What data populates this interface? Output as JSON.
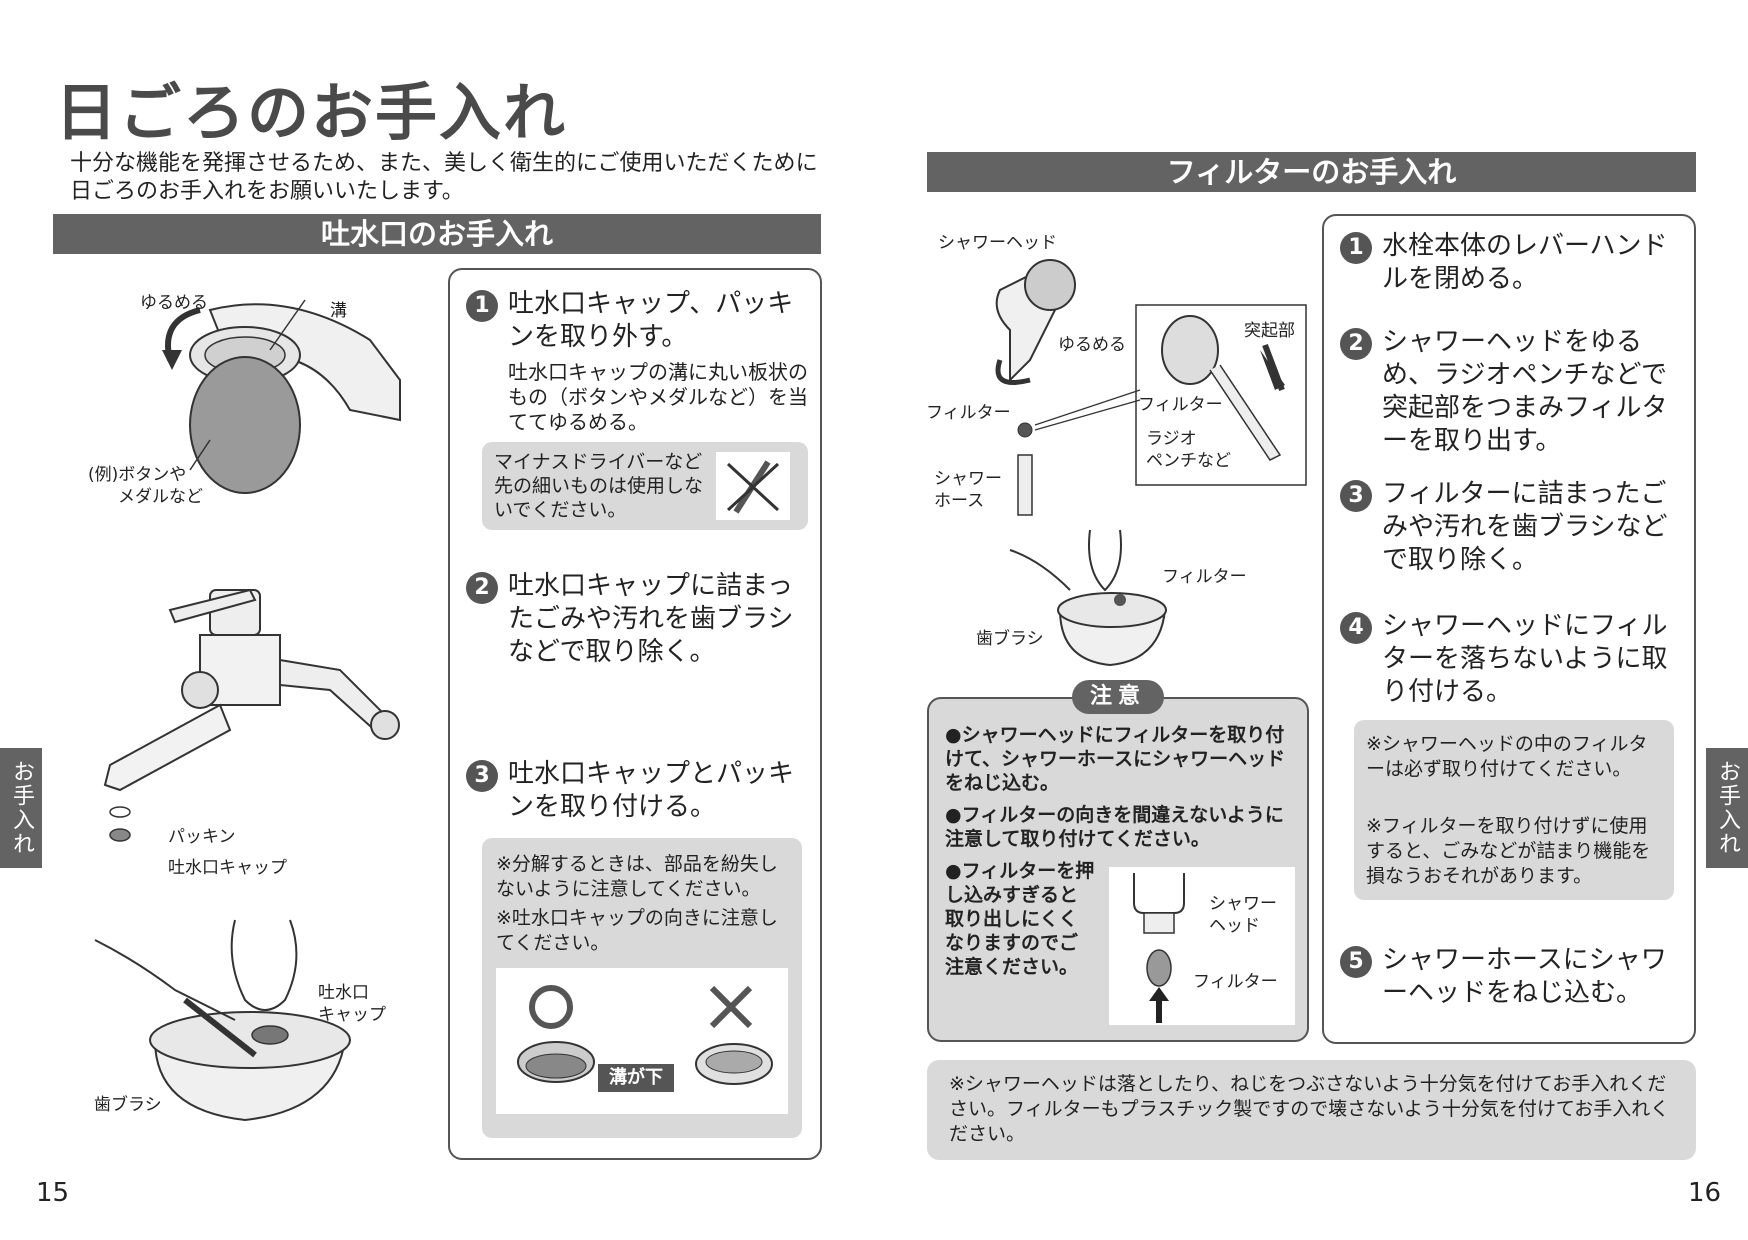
{
  "page_title": "日ごろのお手入れ",
  "intro": "十分な機能を発揮させるため、また、美しく衛生的にご使用いただくために日ごろのお手入れをお願いいたします。",
  "left": {
    "section_title": "吐水口のお手入れ",
    "labels": {
      "loosen": "ゆるめる",
      "groove": "溝",
      "example": "(例)ボタンや",
      "example2": "メダルなど",
      "packing": "パッキン",
      "spout_cap": "吐水口キャップ",
      "spout_cap2a": "吐水口",
      "spout_cap2b": "キャップ",
      "toothbrush": "歯ブラシ"
    },
    "steps": [
      {
        "num": "1",
        "text": "吐水口キャップ、パッキンを取り外す。",
        "sub": "吐水口キャップの溝に丸い板状のもの（ボタンやメダルなど）を当ててゆるめる。"
      },
      {
        "num": "2",
        "text": "吐水口キャップに詰まったごみや汚れを歯ブラシなどで取り除く。"
      },
      {
        "num": "3",
        "text": "吐水口キャップとパッキンを取り付ける。"
      }
    ],
    "warning_box": "マイナスドライバーなど先の細いものは使用しないでください。",
    "notes": [
      "※分解するときは、部品を紛失しないように注意してください。",
      "※吐水口キャップの向きに注意してください。"
    ],
    "groove_down": "溝が下"
  },
  "right": {
    "section_title": "フィルターのお手入れ",
    "labels": {
      "shower_head": "シャワーヘッド",
      "loosen": "ゆるめる",
      "protrusion": "突起部",
      "filter_a": "フィルター",
      "filter_b": "フィルター",
      "pliers1": "ラジオ",
      "pliers2": "ペンチなど",
      "hose1": "シャワー",
      "hose2": "ホース",
      "filter_c": "フィルター",
      "toothbrush": "歯ブラシ"
    },
    "steps": [
      {
        "num": "1",
        "text": "水栓本体のレバーハンドルを閉める。"
      },
      {
        "num": "2",
        "text": "シャワーヘッドをゆるめ、ラジオペンチなどで突起部をつまみフィルターを取り出す。"
      },
      {
        "num": "3",
        "text": "フィルターに詰まったごみや汚れを歯ブラシなどで取り除く。"
      },
      {
        "num": "4",
        "text": "シャワーヘッドにフィルターを落ちないように取り付ける。"
      },
      {
        "num": "5",
        "text": "シャワーホースにシャワーヘッドをねじ込む。"
      }
    ],
    "step_notes": [
      "※シャワーヘッドの中のフィルターは必ず取り付けてください。",
      "※フィルターを取り付けずに使用すると、ごみなどが詰まり機能を損なうおそれがあります。"
    ],
    "caution_title": "注意",
    "caution_items": [
      "●シャワーヘッドにフィルターを取り付けて、シャワーホースにシャワーヘッドをねじ込む。",
      "●フィルターの向きを間違えないように注意して取り付けてください。",
      "●フィルターを押し込みすぎると取り出しにくくなりますのでご注意ください。"
    ],
    "caution_labels": {
      "head1": "シャワー",
      "head2": "ヘッド",
      "filter": "フィルター"
    },
    "bottom_note": "※シャワーヘッドは落としたり、ねじをつぶさないよう十分気を付けてお手入れください。フィルターもプラスチック製ですので壊さないよう十分気を付けてお手入れください。"
  },
  "side_tab": "お手入れ",
  "page_left": "15",
  "page_right": "16"
}
